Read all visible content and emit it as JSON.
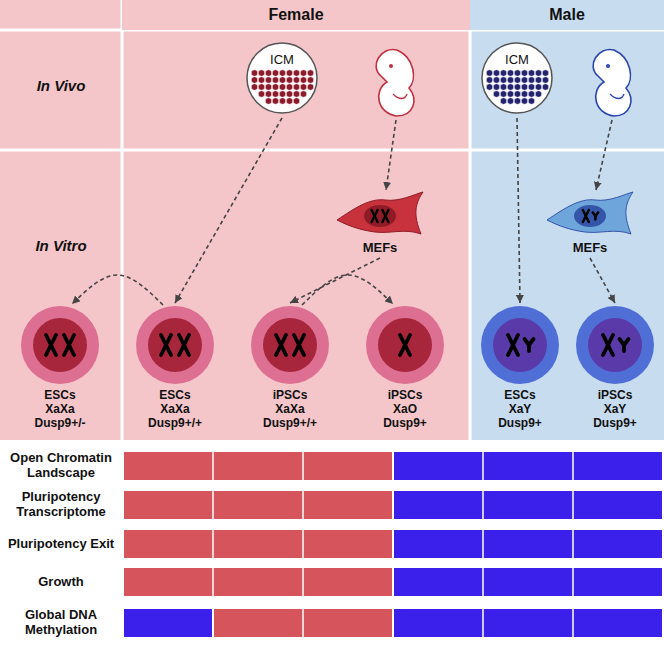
{
  "diagram": {
    "nodes": [
      {
        "text": [
          "Female"
        ]
      },
      {
        "text": [
          "Male"
        ]
      },
      {
        "text": [
          "ICM"
        ]
      },
      {
        "text": [
          "ICM"
        ]
      },
      {
        "text": [
          "MEFs"
        ]
      },
      {
        "text": [
          "MEFs"
        ]
      },
      {
        "text": [
          "ESCs XaXa Dusp9+/-"
        ]
      },
      {
        "text": [
          "ESCs XaXa Dusp9+/+"
        ]
      },
      {
        "text": [
          "iPSCs XaXa Dusp9+/+"
        ]
      },
      {
        "text": [
          "iPSCs XaO Dusp9+"
        ]
      },
      {
        "text": [
          "ESCs XaY Dusp9+"
        ]
      },
      {
        "text": [
          "iPSCs XaY Dusp9+"
        ]
      }
    ],
    "edges": [
      {
        "from": 2,
        "to": 7,
        "arrow": "to"
      },
      {
        "from": 7,
        "to": 6,
        "arrow": "to"
      },
      {
        "from": 4,
        "to": 8,
        "arrow": "to"
      },
      {
        "from": 8,
        "to": 9,
        "arrow": "to"
      },
      {
        "from": 3,
        "to": 10,
        "arrow": "to"
      },
      {
        "from": 5,
        "to": 11,
        "arrow": "to"
      }
    ],
    "labels": [
      "In Vivo",
      "In Vitro",
      "Open Chromatin Landscape",
      "Pluripotency Transcriptome",
      "Pluripotency Exit",
      "Growth",
      "Global DNA Methylation"
    ]
  }
}
